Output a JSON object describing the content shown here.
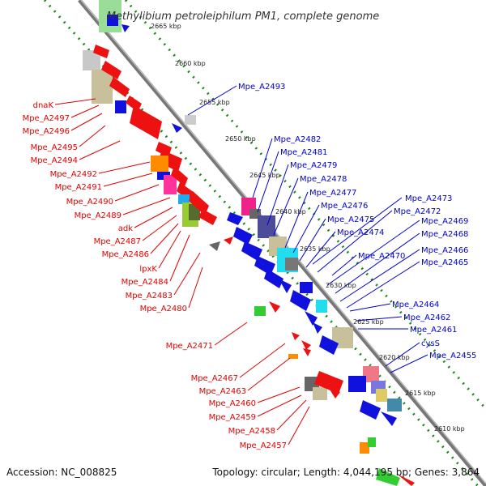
{
  "title": "Methylibium petroleiphilum PM1, complete genome",
  "footer": {
    "accession": "Accession: NC_008825",
    "summary": "Topology: circular; Length: 4,044,195 bp; Genes: 3,864"
  },
  "kbp_marks": [
    "2665 kbp",
    "2660 kbp",
    "2655 kbp",
    "2650 kbp",
    "2645 kbp",
    "2640 kbp",
    "2635 kbp",
    "2630 kbp",
    "2625 kbp",
    "2620 kbp",
    "2615 kbp",
    "2610 kbp"
  ],
  "left_labels": [
    "dnaK",
    "Mpe_A2497",
    "Mpe_A2496",
    "Mpe_A2495",
    "Mpe_A2494",
    "Mpe_A2492",
    "Mpe_A2491",
    "Mpe_A2490",
    "Mpe_A2489",
    "adk",
    "Mpe_A2487",
    "Mpe_A2486",
    "lpxK",
    "Mpe_A2484",
    "Mpe_A2483",
    "Mpe_A2480",
    "Mpe_A2471",
    "Mpe_A2467",
    "Mpe_A2463",
    "Mpe_A2460",
    "Mpe_A2459",
    "Mpe_A2458",
    "Mpe_A2457"
  ],
  "right_labels": [
    "Mpe_A2493",
    "Mpe_A2482",
    "Mpe_A2481",
    "Mpe_A2479",
    "Mpe_A2478",
    "Mpe_A2477",
    "Mpe_A2476",
    "Mpe_A2475",
    "Mpe_A2474",
    "Mpe_A2473",
    "Mpe_A2472",
    "Mpe_A2469",
    "Mpe_A2468",
    "Mpe_A2470",
    "Mpe_A2466",
    "Mpe_A2465",
    "Mpe_A2464",
    "Mpe_A2462",
    "Mpe_A2461",
    "cysS",
    "Mpe_A2455"
  ],
  "colors": {
    "left_label": "#e00000",
    "right_label": "#0000d0",
    "backbone": "#888888",
    "tick": "#1a8a1a"
  }
}
